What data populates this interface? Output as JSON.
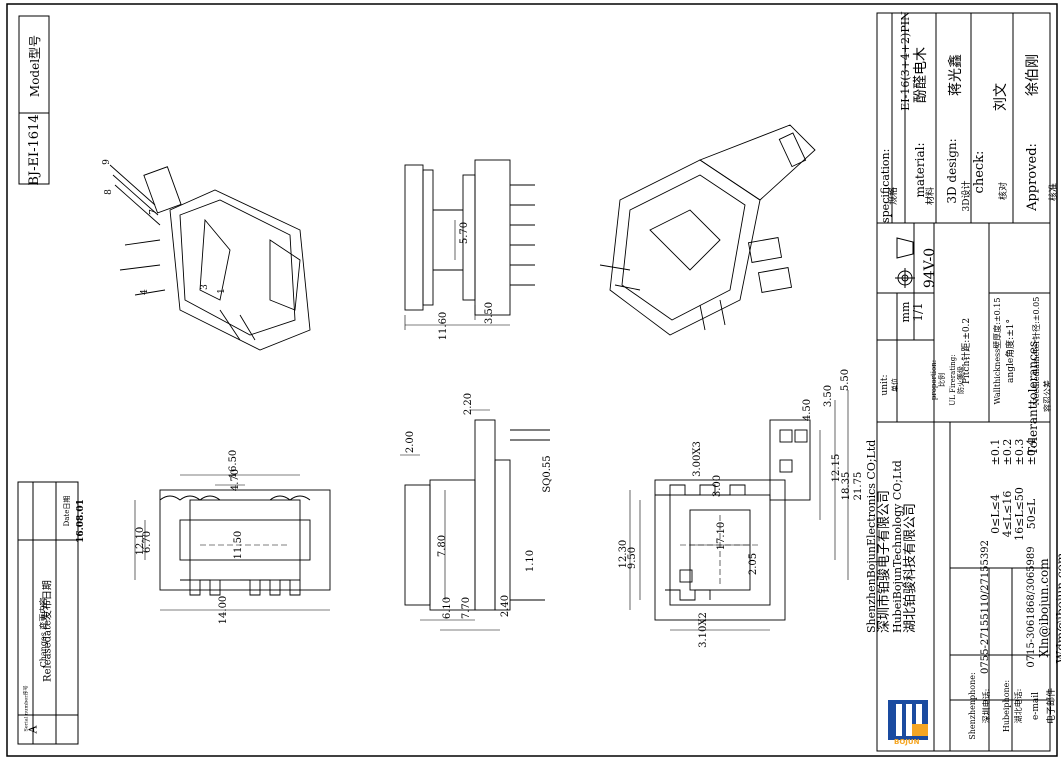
{
  "model_label": "Model型号",
  "model_value": "BJ-EI-1614",
  "changes": {
    "serial_header": "Serial number序号",
    "changes_header": "Changes 变更内容",
    "date_header": "Date日期",
    "row_serial": "A",
    "row_change": "Releasedate发布日期",
    "row_date": "16.08.01"
  },
  "title_block": {
    "spec_label": "specification:",
    "spec_cn": "规格",
    "spec_value": "EI-16(3+4+2)PIN",
    "material_label": "material:",
    "material_cn": "材料",
    "material_value": "酚醛电木",
    "design_label": "3D design:",
    "design_cn": "3D设计",
    "design_value": "蒋光鑫",
    "check_label": "check:",
    "check_cn": "核对",
    "check_value": "刘文",
    "approved_label": "Approved:",
    "approved_cn": "核准",
    "approved_value": "徐伯刚",
    "unit_label": "unit:",
    "unit_cn": "单位",
    "unit_value": "mm",
    "proportion_label": "proportion:",
    "proportion_cn": "比例",
    "proportion_value": "1/1",
    "fire_label": "UL Firerating:",
    "fire_cn": "防火等级",
    "fire_value": "94V-0",
    "tol_title": "Toleranttolerances",
    "tol_cn": "容忍公差",
    "tolerances": [
      {
        "range": "0≤L≤4",
        "value": "±0.1"
      },
      {
        "range": "4≤L≤16",
        "value": "±0.2"
      },
      {
        "range": "16≤L≤50",
        "value": "±0.3"
      },
      {
        "range": "50≤L",
        "value": "±0.4"
      }
    ],
    "pitch": "Pitch针距:±0.2",
    "wall": "Wallthickness壁厚度:±0.15",
    "angle": "angle角度:±1°",
    "needle": "Needlediameter针径:±0.05",
    "company": [
      "ShenzhenBojunElectronics CO;Ltd",
      "深圳市铂骏电子有限公司",
      "HubeiBojunTechnology CO;Ltd",
      "湖北铂骏科技有限公司"
    ],
    "logo_text": "BOJUN",
    "sz_phone_label": "Shenzhenphone:",
    "sz_phone_cn": "深圳电话:",
    "sz_phone_value": "0755-27155110/27155392",
    "hb_phone_label": "Hubeiphone:",
    "hb_phone_cn": "湖北电话:",
    "hb_phone_value": "0715-3061868/3065989",
    "email_label": "e-mail",
    "email_cn": "电子邮件",
    "email_values": [
      "Xln@ibojun.com",
      "Wdm@ibojun.com"
    ]
  },
  "dims": {
    "d5_70": "5.70",
    "d3_50": "3.50",
    "d11_60": "11.60",
    "d16_50": "16.50",
    "d4_70": "4.70",
    "d12_10": "12.10",
    "d6_70": "6.70",
    "d11_50": "11.50",
    "d14_00": "14.00",
    "d2_20": "2.20",
    "d2_00": "2.00",
    "d7_80": "7.80",
    "d1_10": "1.10",
    "d6_10": "6.10",
    "d7_70": "7.70",
    "d2_40": "2.40",
    "dsq": "SQ0.55",
    "d5_50": "5.50",
    "d3_50b": "3.50",
    "d4_50": "4.50",
    "d3_00x3": "3.00X3",
    "d3_00": "3.00",
    "d12_15": "12.15",
    "d18_35": "18.35",
    "d21_75": "21.75",
    "d12_30": "12.30",
    "d9_50": "9.50",
    "d17_10": "17.10",
    "d2_05": "2.05",
    "d3_10x2": "3.10X2",
    "pin_labels": [
      "9",
      "8",
      "7",
      "4",
      "3",
      "1"
    ]
  }
}
